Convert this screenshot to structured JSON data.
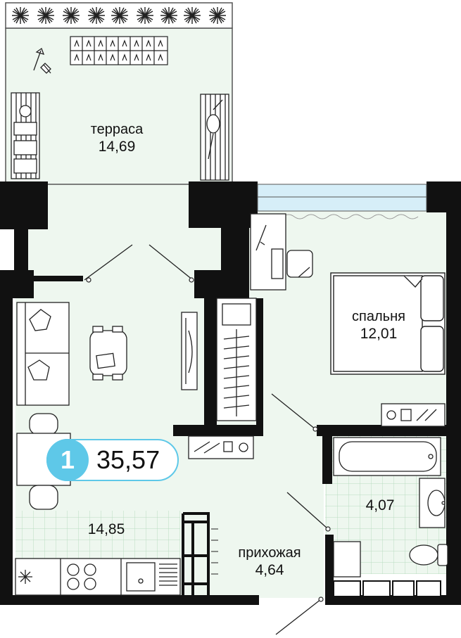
{
  "rooms": {
    "terrace": {
      "name": "терраса",
      "area": "14,69"
    },
    "bedroom": {
      "name": "спальня",
      "area": "12,01"
    },
    "living": {
      "area": "14,85"
    },
    "bathroom": {
      "area": "4,07"
    },
    "hallway": {
      "name": "прихожая",
      "area": "4,64"
    }
  },
  "apartment": {
    "rooms_count": "1",
    "total_area": "35,57"
  },
  "colors": {
    "wall": "#111111",
    "floor": "#eef7ef",
    "accent": "#5ec8e8",
    "window": "#d6eef8",
    "tile_line": "#b9dcc2"
  }
}
